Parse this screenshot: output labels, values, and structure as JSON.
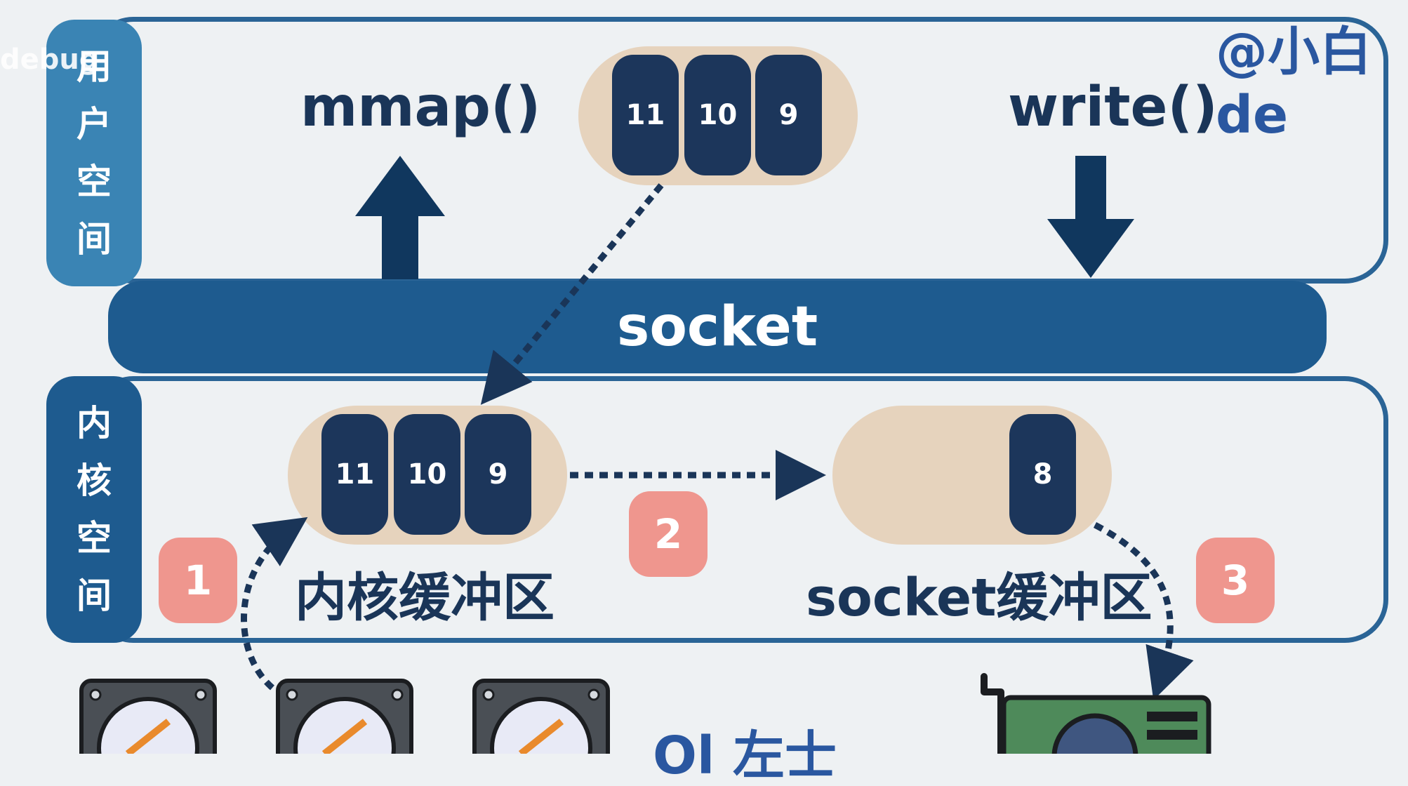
{
  "user_space": {
    "label_chars": [
      "用",
      "户",
      "空",
      "间"
    ],
    "call_up": "mmap()",
    "call_down": "write()",
    "blocks": [
      "11",
      "10",
      "9"
    ]
  },
  "socket_bar": {
    "label": "socket"
  },
  "kernel_space": {
    "label_chars": [
      "内",
      "核",
      "空",
      "间"
    ],
    "kernel_buffer": {
      "label": "内核缓冲区",
      "blocks": [
        "11",
        "10",
        "9"
      ]
    },
    "socket_buffer": {
      "label": "socket缓冲区",
      "blocks": [
        "8"
      ]
    }
  },
  "steps": [
    "1",
    "2",
    "3"
  ],
  "watermark": {
    "text": "debug",
    "handle": "@小白de"
  },
  "partial_bottom_text": "Ol 左士",
  "colors": {
    "panel_border": "#2a6496",
    "bar": "#1e5b8f",
    "block": "#1c365b",
    "pill": "#e6d3bd",
    "badge": "#ef968e",
    "text_dark": "#1a3558"
  },
  "icons": [
    "arrow-up-icon",
    "arrow-down-icon",
    "hard-disk-icon",
    "network-card-icon",
    "dotted-arrow-icon"
  ]
}
